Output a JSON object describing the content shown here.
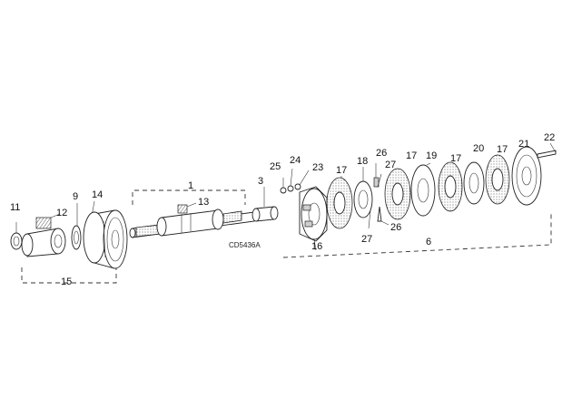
{
  "diagram": {
    "drawing_code": "CD5436A",
    "callouts": {
      "c1": "1",
      "c3": "3",
      "c6": "6",
      "c9": "9",
      "c11": "11",
      "c12": "12",
      "c13": "13",
      "c14": "14",
      "c15": "15",
      "c16": "16",
      "c17a": "17",
      "c17b": "17",
      "c17c": "17",
      "c17d": "17",
      "c18": "18",
      "c19": "19",
      "c20": "20",
      "c21": "21",
      "c22": "22",
      "c23": "23",
      "c24": "24",
      "c25": "25",
      "c26a": "26",
      "c26b": "26",
      "c27a": "27",
      "c27b": "27"
    }
  }
}
